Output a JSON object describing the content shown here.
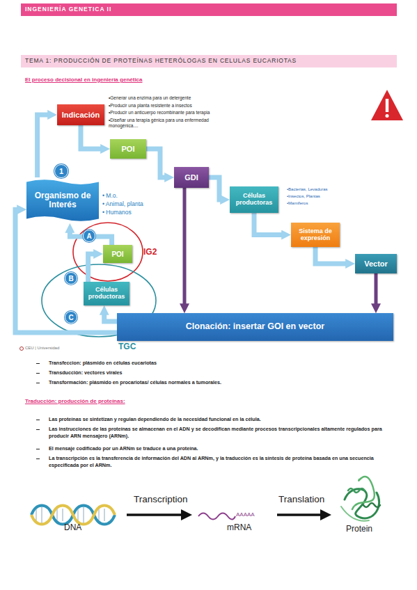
{
  "diagram": {
    "title": "INGENIERÍA GENETICA II",
    "nodes": [
      {
        "text": [
          "Indicación"
        ]
      },
      {
        "text": [
          "POI"
        ]
      },
      {
        "text": [
          "1"
        ]
      },
      {
        "text": [
          "GDI"
        ]
      },
      {
        "text": [
          "Organismo de Interés"
        ]
      },
      {
        "text": [
          "Células productoras"
        ]
      },
      {
        "text": [
          "Sistema de expresión"
        ]
      },
      {
        "text": [
          "A"
        ]
      },
      {
        "text": [
          "POI"
        ]
      },
      {
        "text": [
          "Vector"
        ]
      },
      {
        "text": [
          "B"
        ]
      },
      {
        "text": [
          "Células productoras"
        ]
      },
      {
        "text": [
          "C"
        ]
      },
      {
        "text": [
          "Clonación: insertar GOI en vector"
        ]
      }
    ],
    "edges": [
      {
        "from": 4,
        "to": 0,
        "arrow": "to"
      },
      {
        "from": 0,
        "to": 1,
        "arrow": "to"
      },
      {
        "from": 1,
        "to": 3,
        "arrow": "to"
      },
      {
        "from": 3,
        "to": 5,
        "arrow": "to"
      },
      {
        "from": 5,
        "to": 6,
        "arrow": "to"
      },
      {
        "from": 6,
        "to": 9,
        "arrow": "to"
      },
      {
        "from": 3,
        "to": 13,
        "arrow": "to"
      },
      {
        "from": 9,
        "to": 13,
        "arrow": "to"
      },
      {
        "from": 13,
        "to": 4,
        "arrow": "to"
      },
      {
        "from": 13,
        "to": 11,
        "arrow": "to"
      },
      {
        "from": 11,
        "to": 8,
        "arrow": "to"
      },
      {
        "from": 8,
        "to": 4,
        "arrow": "to"
      }
    ],
    "labels": [
      "TEMA 1: PRODUCCIÓN DE PROTEÍNAS HETERÓLOGAS EN CELULAS EUCARIOTAS",
      "El proceso decisional en ingeniería genética",
      "•Generar una enzima para un detergente",
      "•Producir una planta resistente a insectos",
      "•Producir un anticuerpo recombinante para terapia",
      "•Diseñar una terapia génica para una enfermedad monogénica....",
      "•Bacterias, Levaduras",
      "•Insectos, Plantas",
      "•Mamíferos",
      "• M.o.",
      "• Animal, planta",
      "• Humanos",
      "IG2",
      "TGC",
      "CEU | Universidad",
      "Transfeccion: plásmido en células eucariotas",
      "Transducción: vectores virales",
      "Transformación: plásmido en procariotas/ células normales a tumorales.",
      "Traducción: producción de proteínas:",
      "Las proteínas se sintetizan y regulan dependiendo de la necesidad funcional en la célula.",
      "Las instrucciones de las proteínas se almacenan en el ADN y se decodifican mediante procesos transcripcionales altamente regulados para producir ARN mensajero (ARNm).",
      "El mensaje codificado por un ARNm se traduce a una proteína.",
      "La transcripción es la transferencia de información del ADN al ARNm, y la traducción es la síntesis de proteína basada en una secuencia especificada por el ARNm.",
      "Transcription",
      "Translation",
      "DNA",
      "AAAAA",
      "mRNA",
      "Protein"
    ]
  }
}
